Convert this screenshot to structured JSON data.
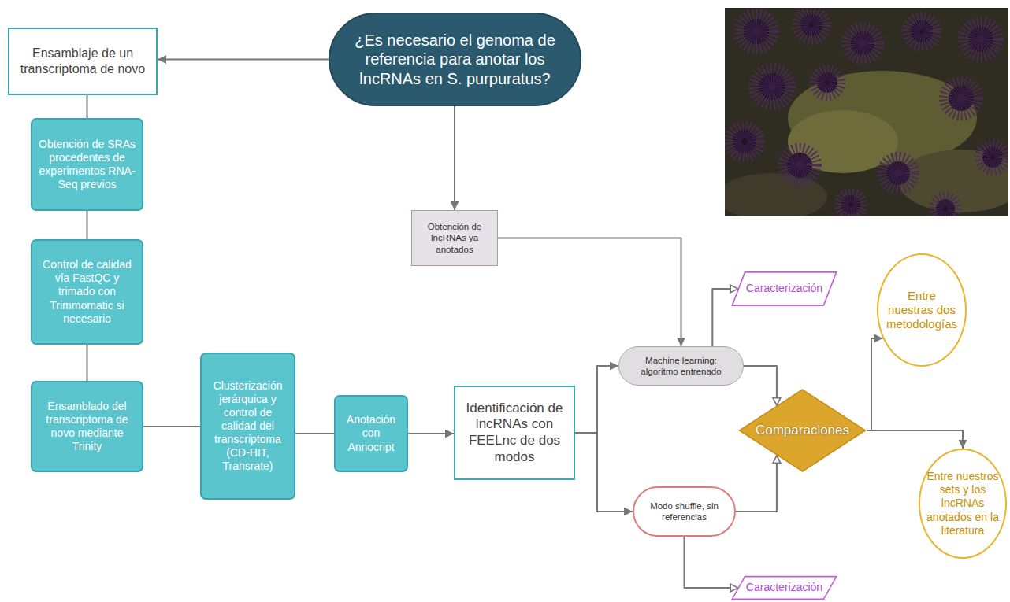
{
  "diagram": {
    "nodes": [
      {
        "text": [
          "¿Es necesario el genoma de referencia para anotar los lncRNAs en S. purpuratus?"
        ]
      },
      {
        "text": [
          "Ensamblaje de un transcriptoma de novo"
        ]
      },
      {
        "text": [
          "Obtención de SRAs procedentes de experimentos RNA-Seq previos"
        ]
      },
      {
        "text": [
          "Control de calidad vía FastQC y trimado con Trimmomatic si necesario"
        ]
      },
      {
        "text": [
          "Ensamblado del transcriptoma de novo mediante Trinity"
        ]
      },
      {
        "text": [
          "Clusterización jerárquica y control de calidad del transcriptoma (CD-HIT, Transrate)"
        ]
      },
      {
        "text": [
          "Anotación con Annocript"
        ]
      },
      {
        "text": [
          "Identificación de lncRNAs con FEELnc de dos modos"
        ]
      },
      {
        "text": [
          "Obtención de lncRNAs ya anotados"
        ]
      },
      {
        "text": [
          "Machine learning: algoritmo entrenado"
        ]
      },
      {
        "text": [
          "Caracterización"
        ]
      },
      {
        "text": [
          "Modo shuffle, sin referencias"
        ]
      },
      {
        "text": [
          "Caracterización"
        ]
      },
      {
        "text": [
          "Comparaciones"
        ]
      },
      {
        "text": [
          "Entre nuestras dos metodologías"
        ]
      },
      {
        "text": [
          "Entre nuestros sets y los lncRNAs anotados en la literatura"
        ]
      }
    ],
    "edges": [
      {
        "from": 0,
        "to": 1,
        "arrow": "to"
      },
      {
        "from": 1,
        "to": 2,
        "arrow": "none"
      },
      {
        "from": 2,
        "to": 3,
        "arrow": "none"
      },
      {
        "from": 3,
        "to": 4,
        "arrow": "none"
      },
      {
        "from": 4,
        "to": 5,
        "arrow": "none"
      },
      {
        "from": 5,
        "to": 6,
        "arrow": "none"
      },
      {
        "from": 6,
        "to": 7,
        "arrow": "to"
      },
      {
        "from": 7,
        "to": 9,
        "arrow": "to"
      },
      {
        "from": 7,
        "to": 11,
        "arrow": "to"
      },
      {
        "from": 0,
        "to": 8,
        "arrow": "to"
      },
      {
        "from": 8,
        "to": 9,
        "arrow": "to"
      },
      {
        "from": 9,
        "to": 10,
        "arrow": "to"
      },
      {
        "from": 9,
        "to": 13,
        "arrow": "to"
      },
      {
        "from": 11,
        "to": 13,
        "arrow": "to"
      },
      {
        "from": 11,
        "to": 12,
        "arrow": "to"
      },
      {
        "from": 13,
        "to": 14,
        "arrow": "to"
      },
      {
        "from": 13,
        "to": 15,
        "arrow": "to"
      }
    ]
  }
}
